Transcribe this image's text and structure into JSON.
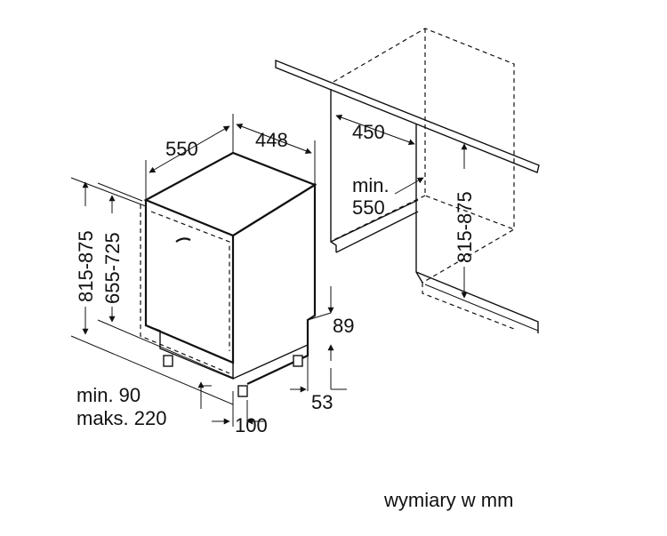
{
  "labels": {
    "depth": "550",
    "width": "448",
    "niche_width": "450",
    "niche_depth_min": "min.",
    "niche_depth_value": "550",
    "niche_height": "815-875",
    "height_total": "815-875",
    "height_front": "655-725",
    "plinth_height": "89",
    "plinth_depth": "53",
    "gap_min": "min. 90",
    "gap_max": "maks. 220",
    "foot_offset": "100",
    "units_note": "wymiary w mm"
  }
}
